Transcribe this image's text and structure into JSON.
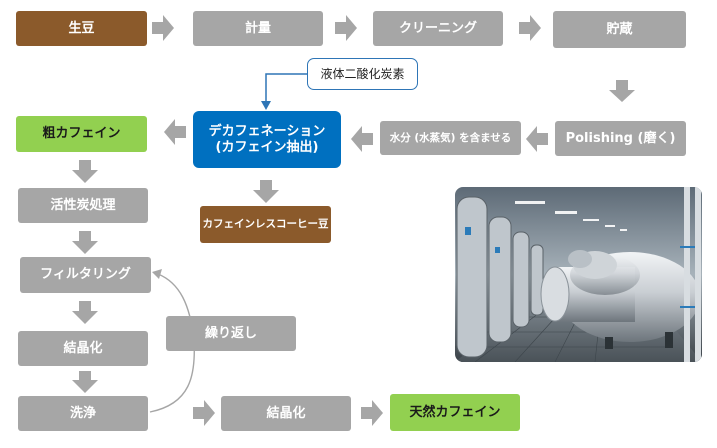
{
  "steps": {
    "green_beans": "生豆",
    "weighing": "計量",
    "cleaning": "クリーニング",
    "storage": "貯蔵",
    "polishing": "Polishing (磨く)",
    "moisture": "水分 (水蒸気) を含ませる",
    "decaf_line1": "デカフェネーション",
    "decaf_line2": "(カフェイン抽出)",
    "co2": "液体二酸化炭素",
    "decaf_beans": "カフェインレスコーヒー豆",
    "crude_caffeine": "粗カフェイン",
    "activated_carbon": "活性炭処理",
    "filtering": "フィルタリング",
    "crystallize1": "結晶化",
    "repeat": "繰り返し",
    "wash": "洗浄",
    "crystallize2": "結晶化",
    "natural_caffeine": "天然カフェイン"
  },
  "colors": {
    "gray": "#a6a6a6",
    "brown": "#8b5a2b",
    "green": "#92d050",
    "blue": "#0070c0",
    "arrow": "#a6a6a6",
    "connector": "#2e75b6"
  }
}
